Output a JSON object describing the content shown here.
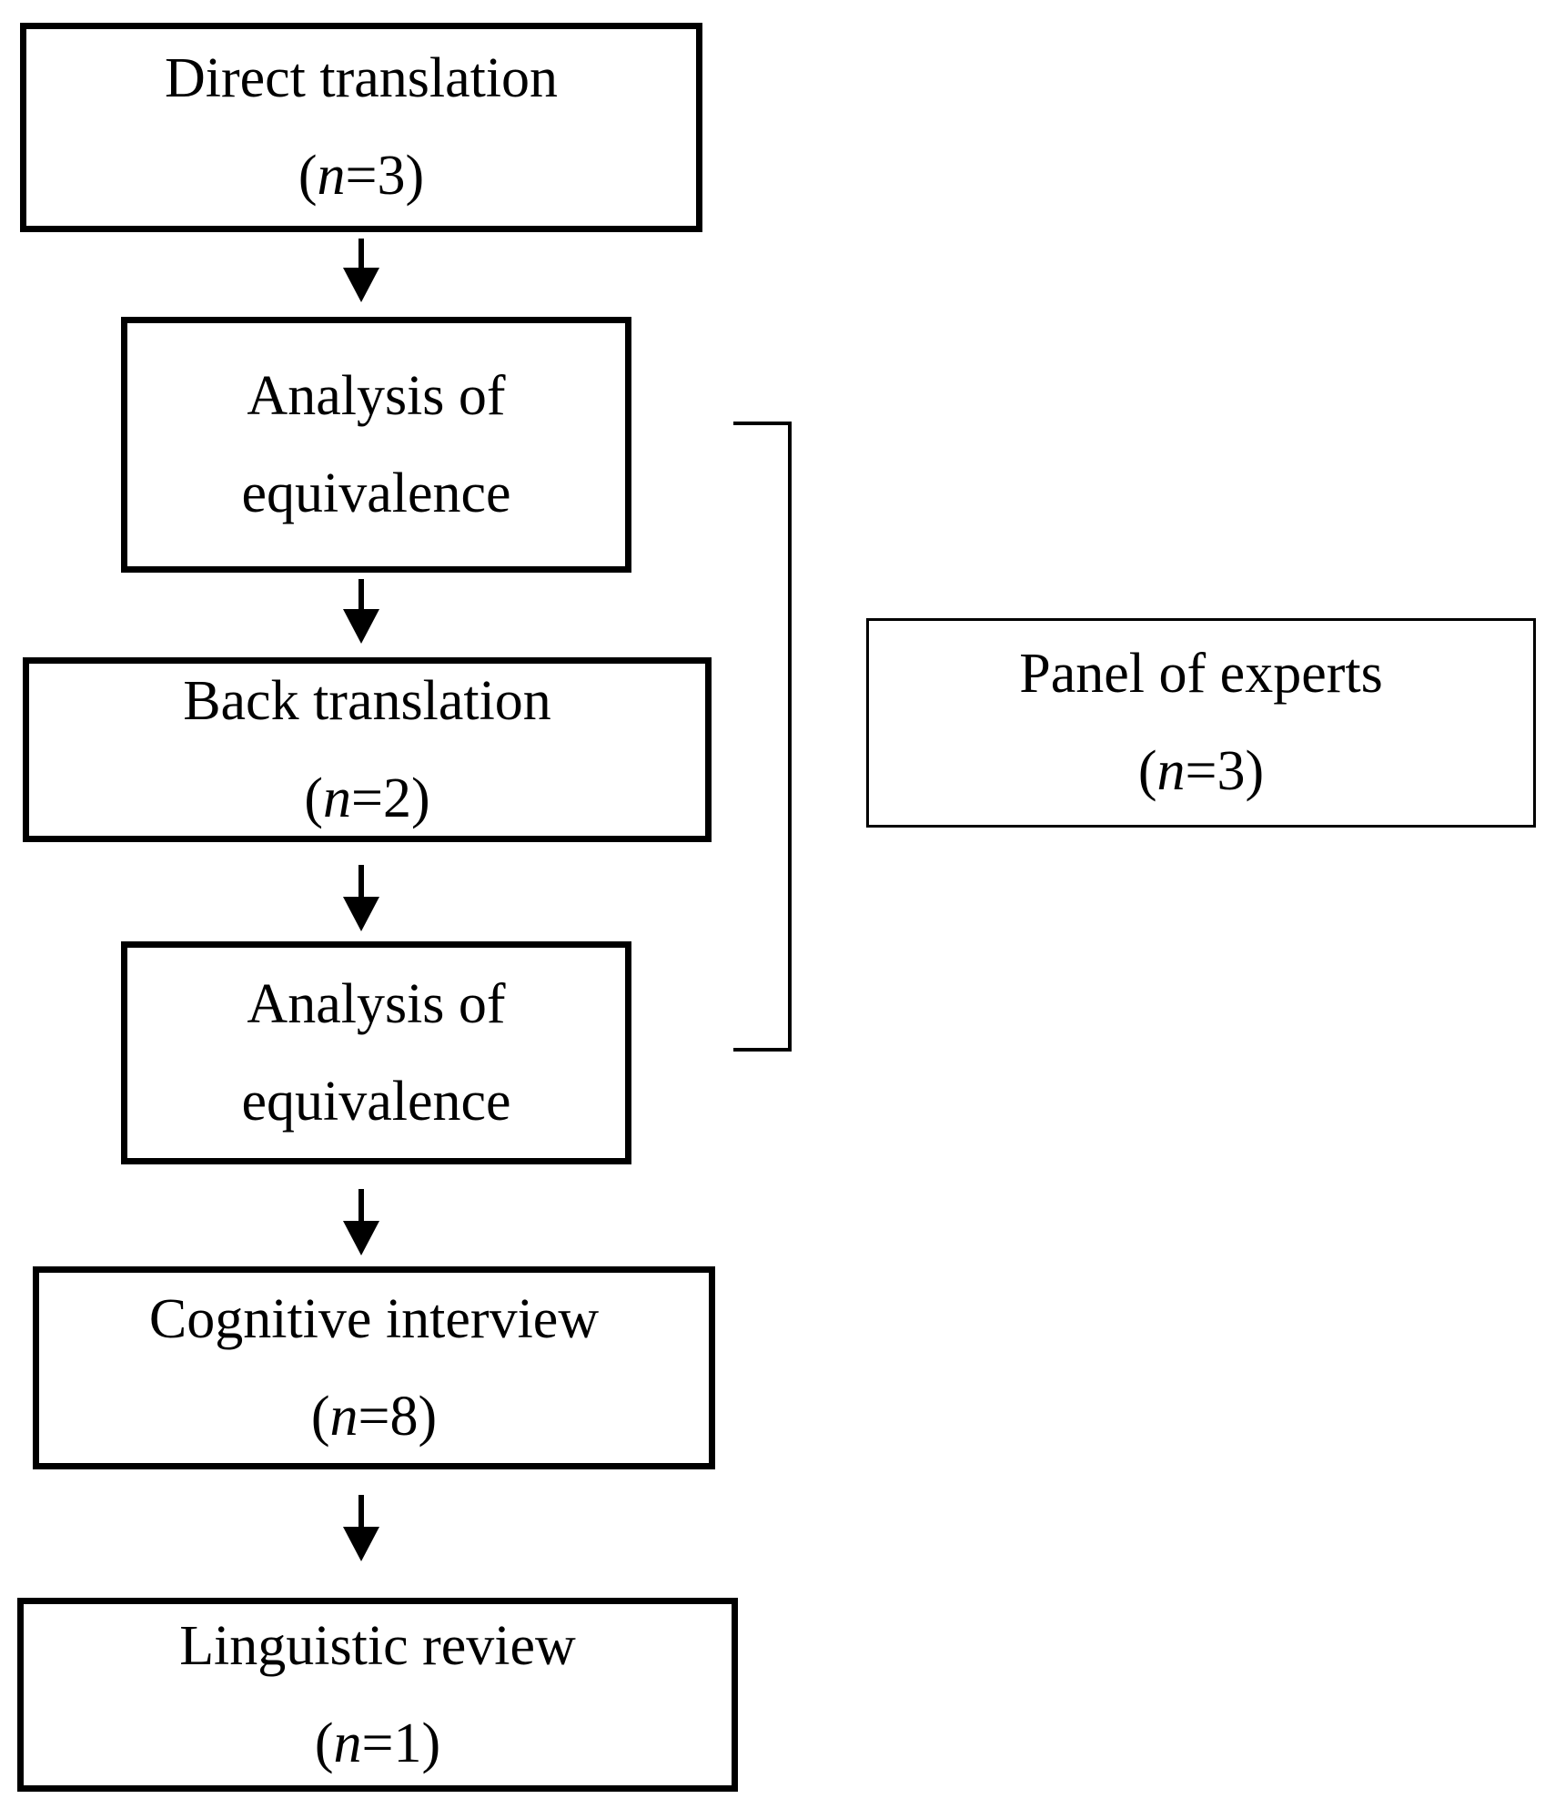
{
  "diagram": {
    "colors": {
      "line": "#000000",
      "background": "#ffffff",
      "text": "#000000"
    },
    "flow": [
      {
        "id": "direct-translation",
        "title": "Direct translation",
        "count": {
          "pre": "(",
          "var": "n",
          "post": "=3)"
        }
      },
      {
        "id": "analysis-equivalence-1",
        "title": "Analysis of",
        "title2": "equivalence"
      },
      {
        "id": "back-translation",
        "title": "Back translation",
        "count": {
          "pre": "(",
          "var": "n",
          "post": "=2)"
        }
      },
      {
        "id": "analysis-equivalence-2",
        "title": "Analysis of",
        "title2": "equivalence"
      },
      {
        "id": "cognitive-interview",
        "title": "Cognitive interview",
        "count": {
          "pre": "(",
          "var": "n",
          "post": "=8)"
        }
      },
      {
        "id": "linguistic-review",
        "title": "Linguistic review",
        "count": {
          "pre": "(",
          "var": "n",
          "post": "=1)"
        }
      }
    ],
    "side": {
      "id": "panel-of-experts",
      "title": "Panel of experts",
      "count": {
        "pre": "(",
        "var": "n",
        "post": "=3)"
      }
    }
  }
}
